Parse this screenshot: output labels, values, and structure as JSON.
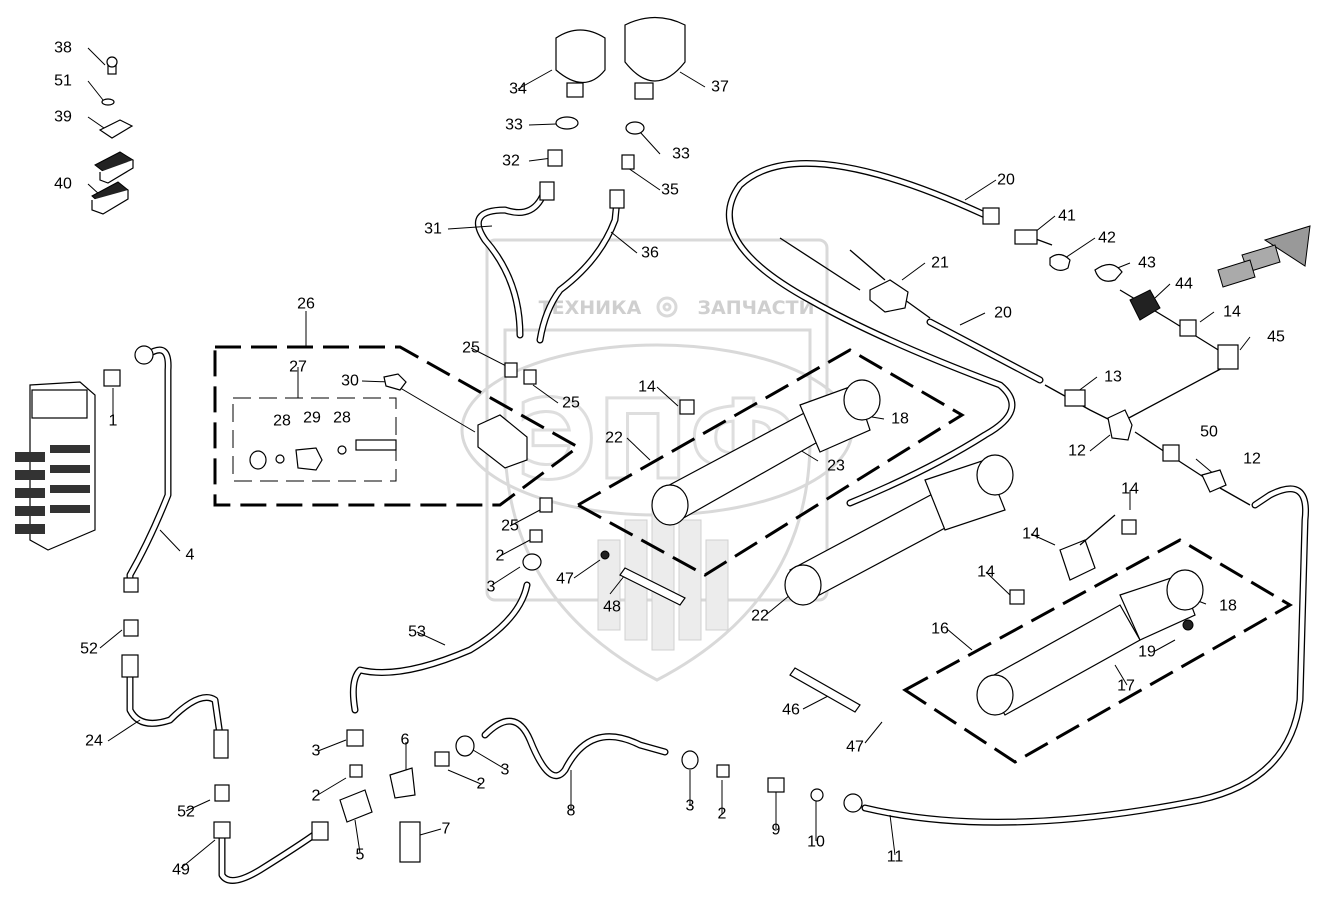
{
  "watermark": {
    "text_left": "ТЕХНИКА",
    "text_right": "ЗАПЧАСТИ",
    "emblem_icon": "gear-icon",
    "color": "#d0d0d0"
  },
  "callouts": [
    {
      "id": "c38",
      "label": "38"
    },
    {
      "id": "c51",
      "label": "51"
    },
    {
      "id": "c39",
      "label": "39"
    },
    {
      "id": "c40",
      "label": "40"
    },
    {
      "id": "c34",
      "label": "34"
    },
    {
      "id": "c37",
      "label": "37"
    },
    {
      "id": "c33a",
      "label": "33"
    },
    {
      "id": "c33b",
      "label": "33"
    },
    {
      "id": "c32",
      "label": "32"
    },
    {
      "id": "c35",
      "label": "35"
    },
    {
      "id": "c31",
      "label": "31"
    },
    {
      "id": "c36",
      "label": "36"
    },
    {
      "id": "c20a",
      "label": "20"
    },
    {
      "id": "c41",
      "label": "41"
    },
    {
      "id": "c42",
      "label": "42"
    },
    {
      "id": "c43",
      "label": "43"
    },
    {
      "id": "c44",
      "label": "44"
    },
    {
      "id": "c21",
      "label": "21"
    },
    {
      "id": "c20b",
      "label": "20"
    },
    {
      "id": "c14a",
      "label": "14"
    },
    {
      "id": "c45",
      "label": "45"
    },
    {
      "id": "c26",
      "label": "26"
    },
    {
      "id": "c27",
      "label": "27"
    },
    {
      "id": "c25a",
      "label": "25"
    },
    {
      "id": "c25b",
      "label": "25"
    },
    {
      "id": "c30",
      "label": "30"
    },
    {
      "id": "c28a",
      "label": "28"
    },
    {
      "id": "c29",
      "label": "29"
    },
    {
      "id": "c28b",
      "label": "28"
    },
    {
      "id": "c1",
      "label": "1"
    },
    {
      "id": "c14b",
      "label": "14"
    },
    {
      "id": "c18a",
      "label": "18"
    },
    {
      "id": "c13",
      "label": "13"
    },
    {
      "id": "c22a",
      "label": "22"
    },
    {
      "id": "c23",
      "label": "23"
    },
    {
      "id": "c12a",
      "label": "12"
    },
    {
      "id": "c50",
      "label": "50"
    },
    {
      "id": "c12b",
      "label": "12"
    },
    {
      "id": "c25c",
      "label": "25"
    },
    {
      "id": "c4",
      "label": "4"
    },
    {
      "id": "c2a",
      "label": "2"
    },
    {
      "id": "c3a",
      "label": "3"
    },
    {
      "id": "c47a",
      "label": "47"
    },
    {
      "id": "c48",
      "label": "48"
    },
    {
      "id": "c14c",
      "label": "14"
    },
    {
      "id": "c14d",
      "label": "14"
    },
    {
      "id": "c22b",
      "label": "22"
    },
    {
      "id": "c14e",
      "label": "14"
    },
    {
      "id": "c18b",
      "label": "18"
    },
    {
      "id": "c16",
      "label": "16"
    },
    {
      "id": "c19",
      "label": "19"
    },
    {
      "id": "c17",
      "label": "17"
    },
    {
      "id": "c52a",
      "label": "52"
    },
    {
      "id": "c53",
      "label": "53"
    },
    {
      "id": "c46",
      "label": "46"
    },
    {
      "id": "c24",
      "label": "24"
    },
    {
      "id": "c47b",
      "label": "47"
    },
    {
      "id": "c6",
      "label": "6"
    },
    {
      "id": "c3b",
      "label": "3"
    },
    {
      "id": "c3c",
      "label": "3"
    },
    {
      "id": "c2b",
      "label": "2"
    },
    {
      "id": "c2c",
      "label": "2"
    },
    {
      "id": "c8",
      "label": "8"
    },
    {
      "id": "c3d",
      "label": "3"
    },
    {
      "id": "c2d",
      "label": "2"
    },
    {
      "id": "c9",
      "label": "9"
    },
    {
      "id": "c10",
      "label": "10"
    },
    {
      "id": "c52b",
      "label": "52"
    },
    {
      "id": "c7",
      "label": "7"
    },
    {
      "id": "c49",
      "label": "49"
    },
    {
      "id": "c5",
      "label": "5"
    },
    {
      "id": "c11",
      "label": "11"
    }
  ]
}
